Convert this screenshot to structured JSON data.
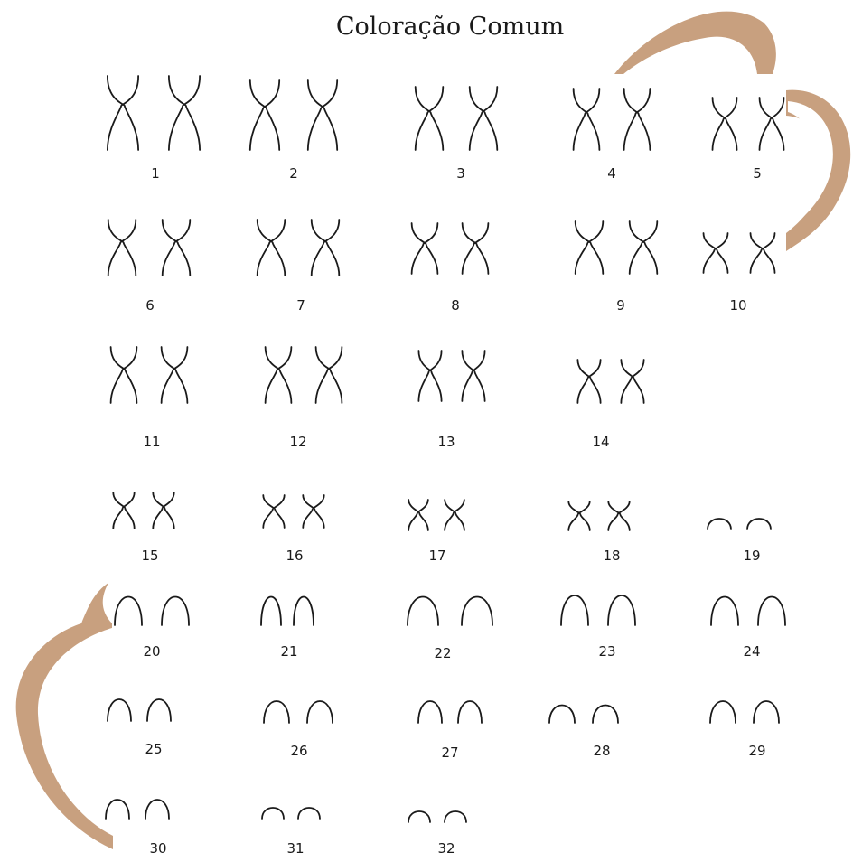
{
  "title": "Coloração Comum",
  "accent_color": "#c8a07f",
  "chromosomes": [
    {
      "label": "1",
      "shape": "x"
    },
    {
      "label": "2",
      "shape": "x"
    },
    {
      "label": "3",
      "shape": "x"
    },
    {
      "label": "4",
      "shape": "x"
    },
    {
      "label": "5",
      "shape": "x"
    },
    {
      "label": "6",
      "shape": "x"
    },
    {
      "label": "7",
      "shape": "x"
    },
    {
      "label": "8",
      "shape": "x"
    },
    {
      "label": "9",
      "shape": "x"
    },
    {
      "label": "10",
      "shape": "x"
    },
    {
      "label": "11",
      "shape": "x"
    },
    {
      "label": "12",
      "shape": "x"
    },
    {
      "label": "13",
      "shape": "x"
    },
    {
      "label": "14",
      "shape": "x"
    },
    {
      "label": "15",
      "shape": "x"
    },
    {
      "label": "16",
      "shape": "x"
    },
    {
      "label": "17",
      "shape": "x"
    },
    {
      "label": "18",
      "shape": "x"
    },
    {
      "label": "19",
      "shape": "arch"
    },
    {
      "label": "20",
      "shape": "arch"
    },
    {
      "label": "21",
      "shape": "arch"
    },
    {
      "label": "22",
      "shape": "arch"
    },
    {
      "label": "23",
      "shape": "arch"
    },
    {
      "label": "24",
      "shape": "arch"
    },
    {
      "label": "25",
      "shape": "arch"
    },
    {
      "label": "26",
      "shape": "arch"
    },
    {
      "label": "27",
      "shape": "arch"
    },
    {
      "label": "28",
      "shape": "arch"
    },
    {
      "label": "29",
      "shape": "arch"
    },
    {
      "label": "30",
      "shape": "arch"
    },
    {
      "label": "31",
      "shape": "arch"
    },
    {
      "label": "32",
      "shape": "arch"
    }
  ]
}
